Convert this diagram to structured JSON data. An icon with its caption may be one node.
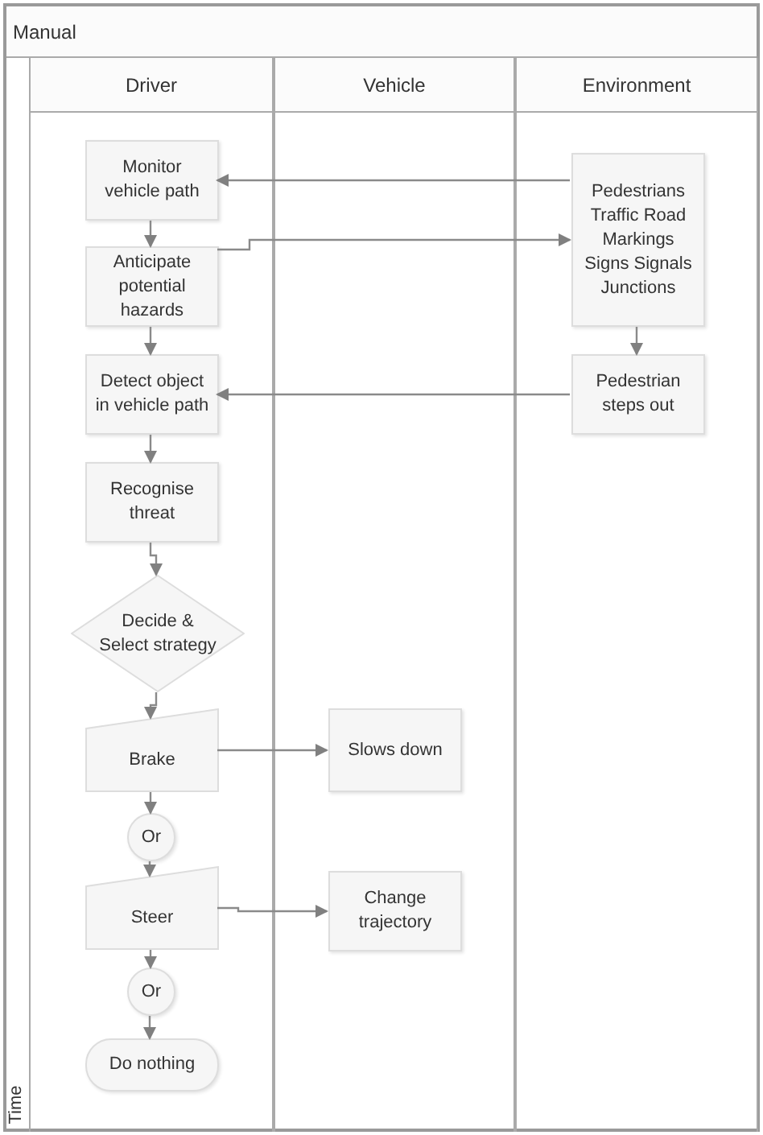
{
  "diagram": {
    "nodes": [
      {
        "text": [
          "Manual"
        ]
      },
      {
        "text": [
          "Driver"
        ],
        "in": 0
      },
      {
        "text": [
          "Vehicle"
        ],
        "in": 0
      },
      {
        "text": [
          "Environment"
        ],
        "in": 0
      },
      {
        "text": [
          "Monitor vehicle path"
        ],
        "in": 1
      },
      {
        "text": [
          "Pedestrians Traffic Road Markings Signs Signals Junctions"
        ],
        "in": 3
      },
      {
        "text": [
          "Anticipate potential hazards"
        ],
        "in": 1
      },
      {
        "text": [
          "Detect object in vehicle path"
        ],
        "in": 1
      },
      {
        "text": [
          "Pedestrian steps out"
        ],
        "in": 3
      },
      {
        "text": [
          "Recognise threat"
        ],
        "in": 1
      },
      {
        "text": [
          "Decide & Select strategy"
        ],
        "in": 1
      },
      {
        "text": [
          "Brake"
        ],
        "in": 1
      },
      {
        "text": [
          "Slows down"
        ],
        "in": 2
      },
      {
        "text": [
          "Or"
        ],
        "in": 1
      },
      {
        "text": [
          "Steer"
        ],
        "in": 1
      },
      {
        "text": [
          "Change trajectory"
        ],
        "in": 2
      },
      {
        "text": [
          "Or"
        ],
        "in": 1
      },
      {
        "text": [
          "Do nothing"
        ],
        "in": 1
      }
    ],
    "edges": [
      {
        "from": 5,
        "to": 4,
        "arrow": "to"
      },
      {
        "from": 4,
        "to": 6,
        "arrow": "to"
      },
      {
        "from": 6,
        "to": 5,
        "arrow": "to"
      },
      {
        "from": 6,
        "to": 7,
        "arrow": "to"
      },
      {
        "from": 5,
        "to": 8,
        "arrow": "to"
      },
      {
        "from": 8,
        "to": 7,
        "arrow": "to"
      },
      {
        "from": 7,
        "to": 9,
        "arrow": "to"
      },
      {
        "from": 9,
        "to": 10,
        "arrow": "to"
      },
      {
        "from": 10,
        "to": 11,
        "arrow": "to"
      },
      {
        "from": 11,
        "to": 12,
        "arrow": "to"
      },
      {
        "from": 11,
        "to": 13,
        "arrow": "to"
      },
      {
        "from": 13,
        "to": 14,
        "arrow": "to"
      },
      {
        "from": 14,
        "to": 15,
        "arrow": "to"
      },
      {
        "from": 14,
        "to": 16,
        "arrow": "to"
      },
      {
        "from": 16,
        "to": 17,
        "arrow": "to"
      }
    ],
    "labels": [
      "Time"
    ]
  }
}
